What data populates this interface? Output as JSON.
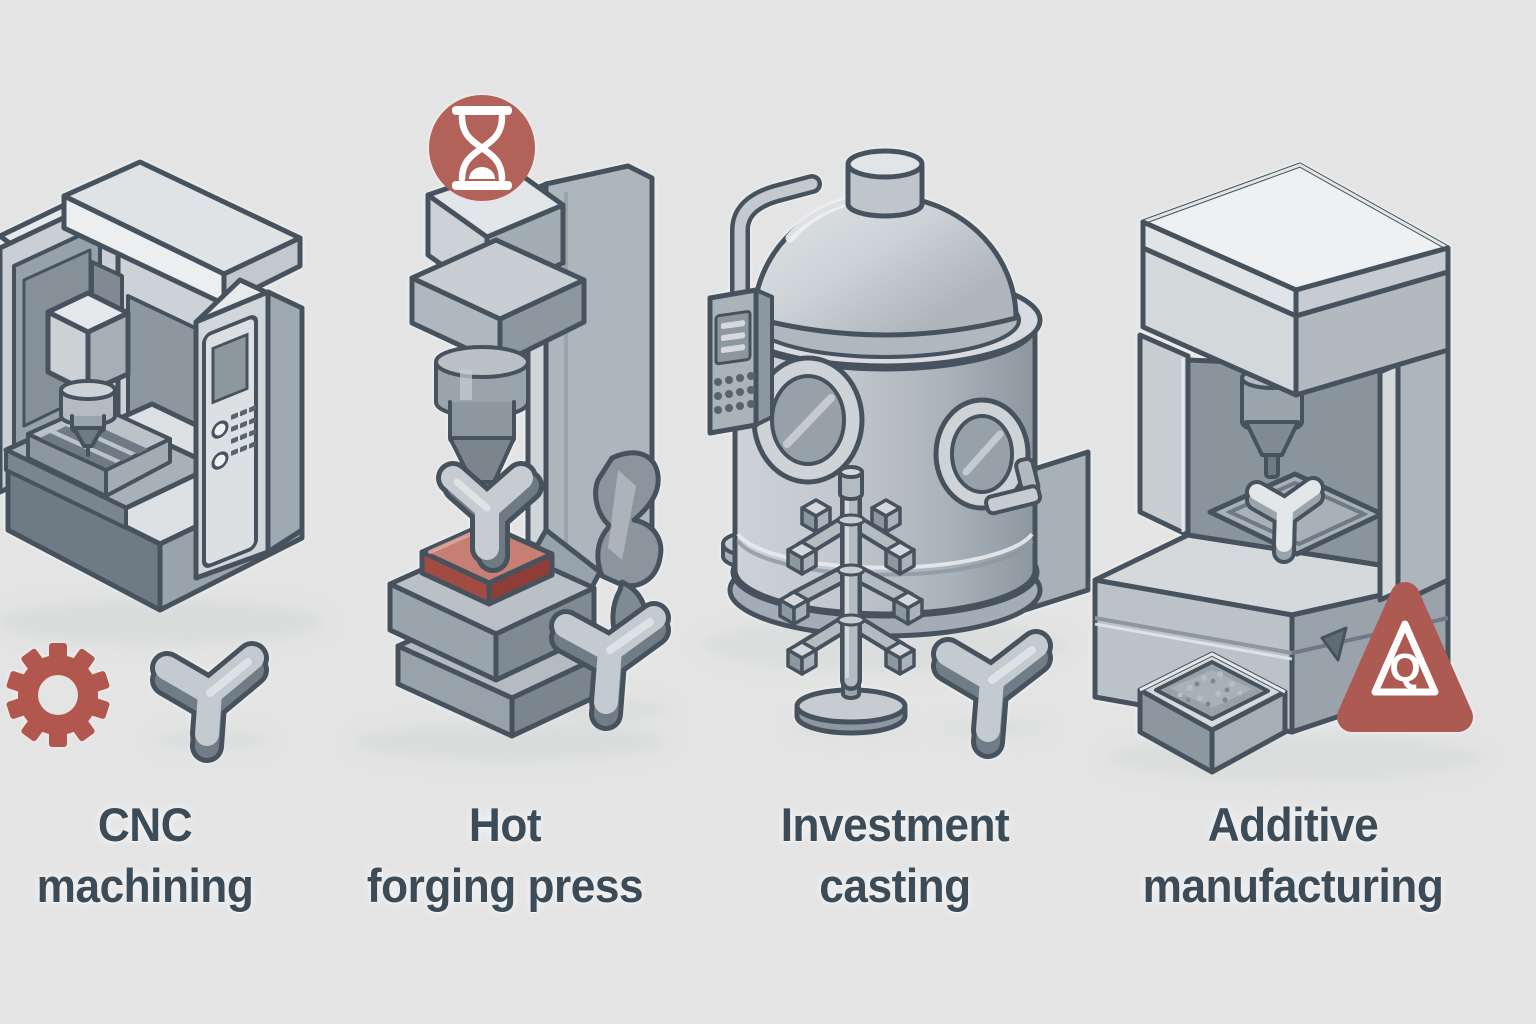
{
  "background_color": "#e3e4e3",
  "outline_color": "#46535e",
  "accent_color": "#b25c54",
  "label_color": "#3c4b58",
  "machine_grays": [
    "#eef0f1",
    "#d5d9dc",
    "#b9c0c6",
    "#9aa4ac",
    "#7a858e",
    "#5f6b75"
  ],
  "hot_die_color": "#c67f72",
  "processes": [
    {
      "name": "CNC machining",
      "label_line1": "CNC",
      "label_line2": "machining",
      "icons": [
        "gear-icon"
      ],
      "icon_color": "#b2574e"
    },
    {
      "name": "Hot forging press",
      "label_line1": "Hot",
      "label_line2": "forging press",
      "icons": [
        "hourglass-icon"
      ],
      "icon_color": "#b3625a"
    },
    {
      "name": "Investment casting",
      "label_line1": "Investment",
      "label_line2": "casting",
      "icons": []
    },
    {
      "name": "Additive manufacturing",
      "label_line1": "Additive",
      "label_line2": "manufacturing",
      "icons": [
        "warning-triangle-icon"
      ],
      "icon_color": "#ad5a52",
      "warning_letter": "Q"
    }
  ]
}
